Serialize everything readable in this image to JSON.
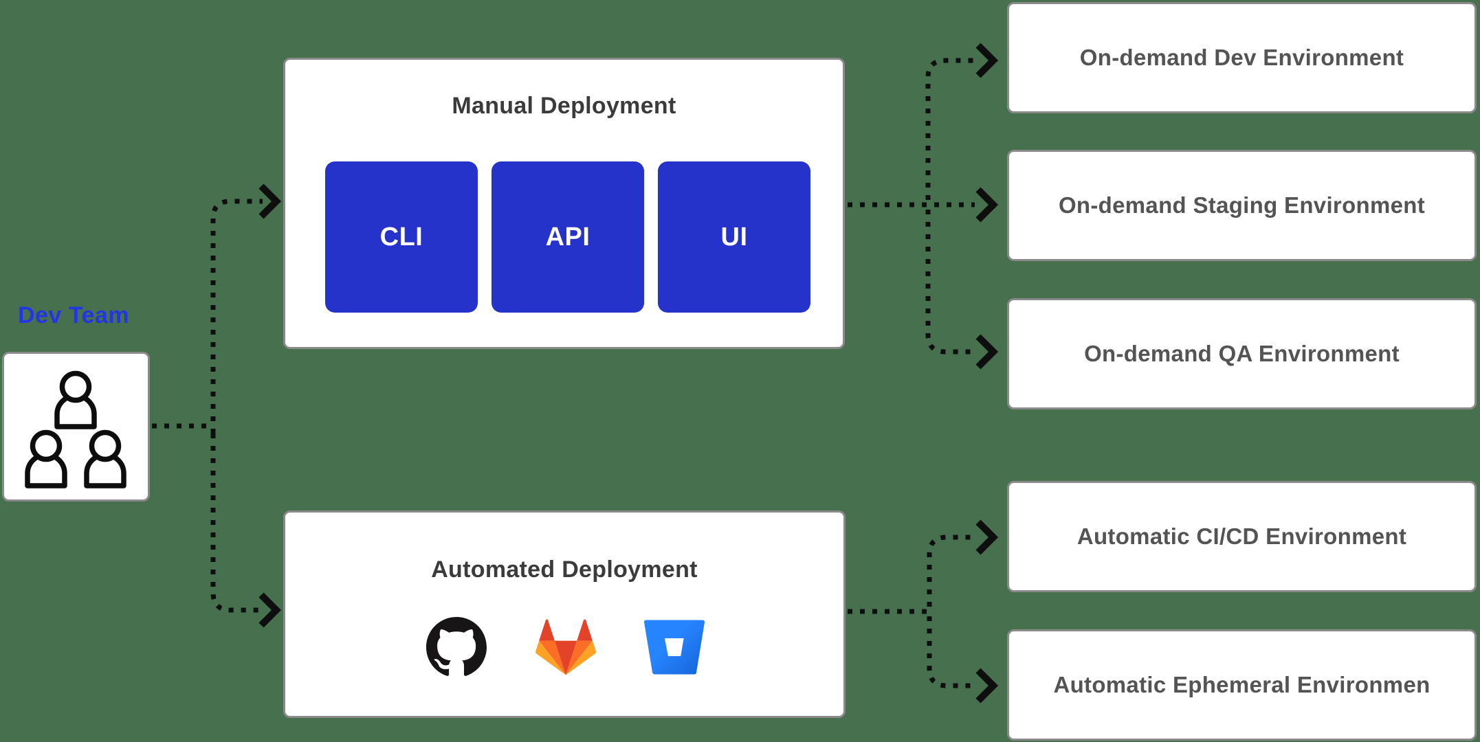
{
  "diagram": {
    "background_color": "#47704f",
    "square_blue": "#2633cb",
    "label_blue": "#2337e0",
    "border_gray": "#8a8a8a",
    "connector_color": "#0e0e0e",
    "dev_team": {
      "label": "Dev Team",
      "icon": "people-group-icon"
    },
    "manual_deployment": {
      "title": "Manual Deployment",
      "methods": [
        {
          "label": "CLI"
        },
        {
          "label": "API"
        },
        {
          "label": "UI"
        }
      ]
    },
    "automated_deployment": {
      "title": "Automated Deployment",
      "tools": [
        {
          "name": "github-logo"
        },
        {
          "name": "gitlab-logo"
        },
        {
          "name": "bitbucket-logo"
        }
      ]
    },
    "environments": [
      {
        "label": "On-demand Dev Environment"
      },
      {
        "label": "On-demand Staging Environment"
      },
      {
        "label": "On-demand QA Environment"
      },
      {
        "label": "Automatic CI/CD Environment"
      },
      {
        "label": "Automatic Ephemeral Environmen"
      }
    ]
  }
}
